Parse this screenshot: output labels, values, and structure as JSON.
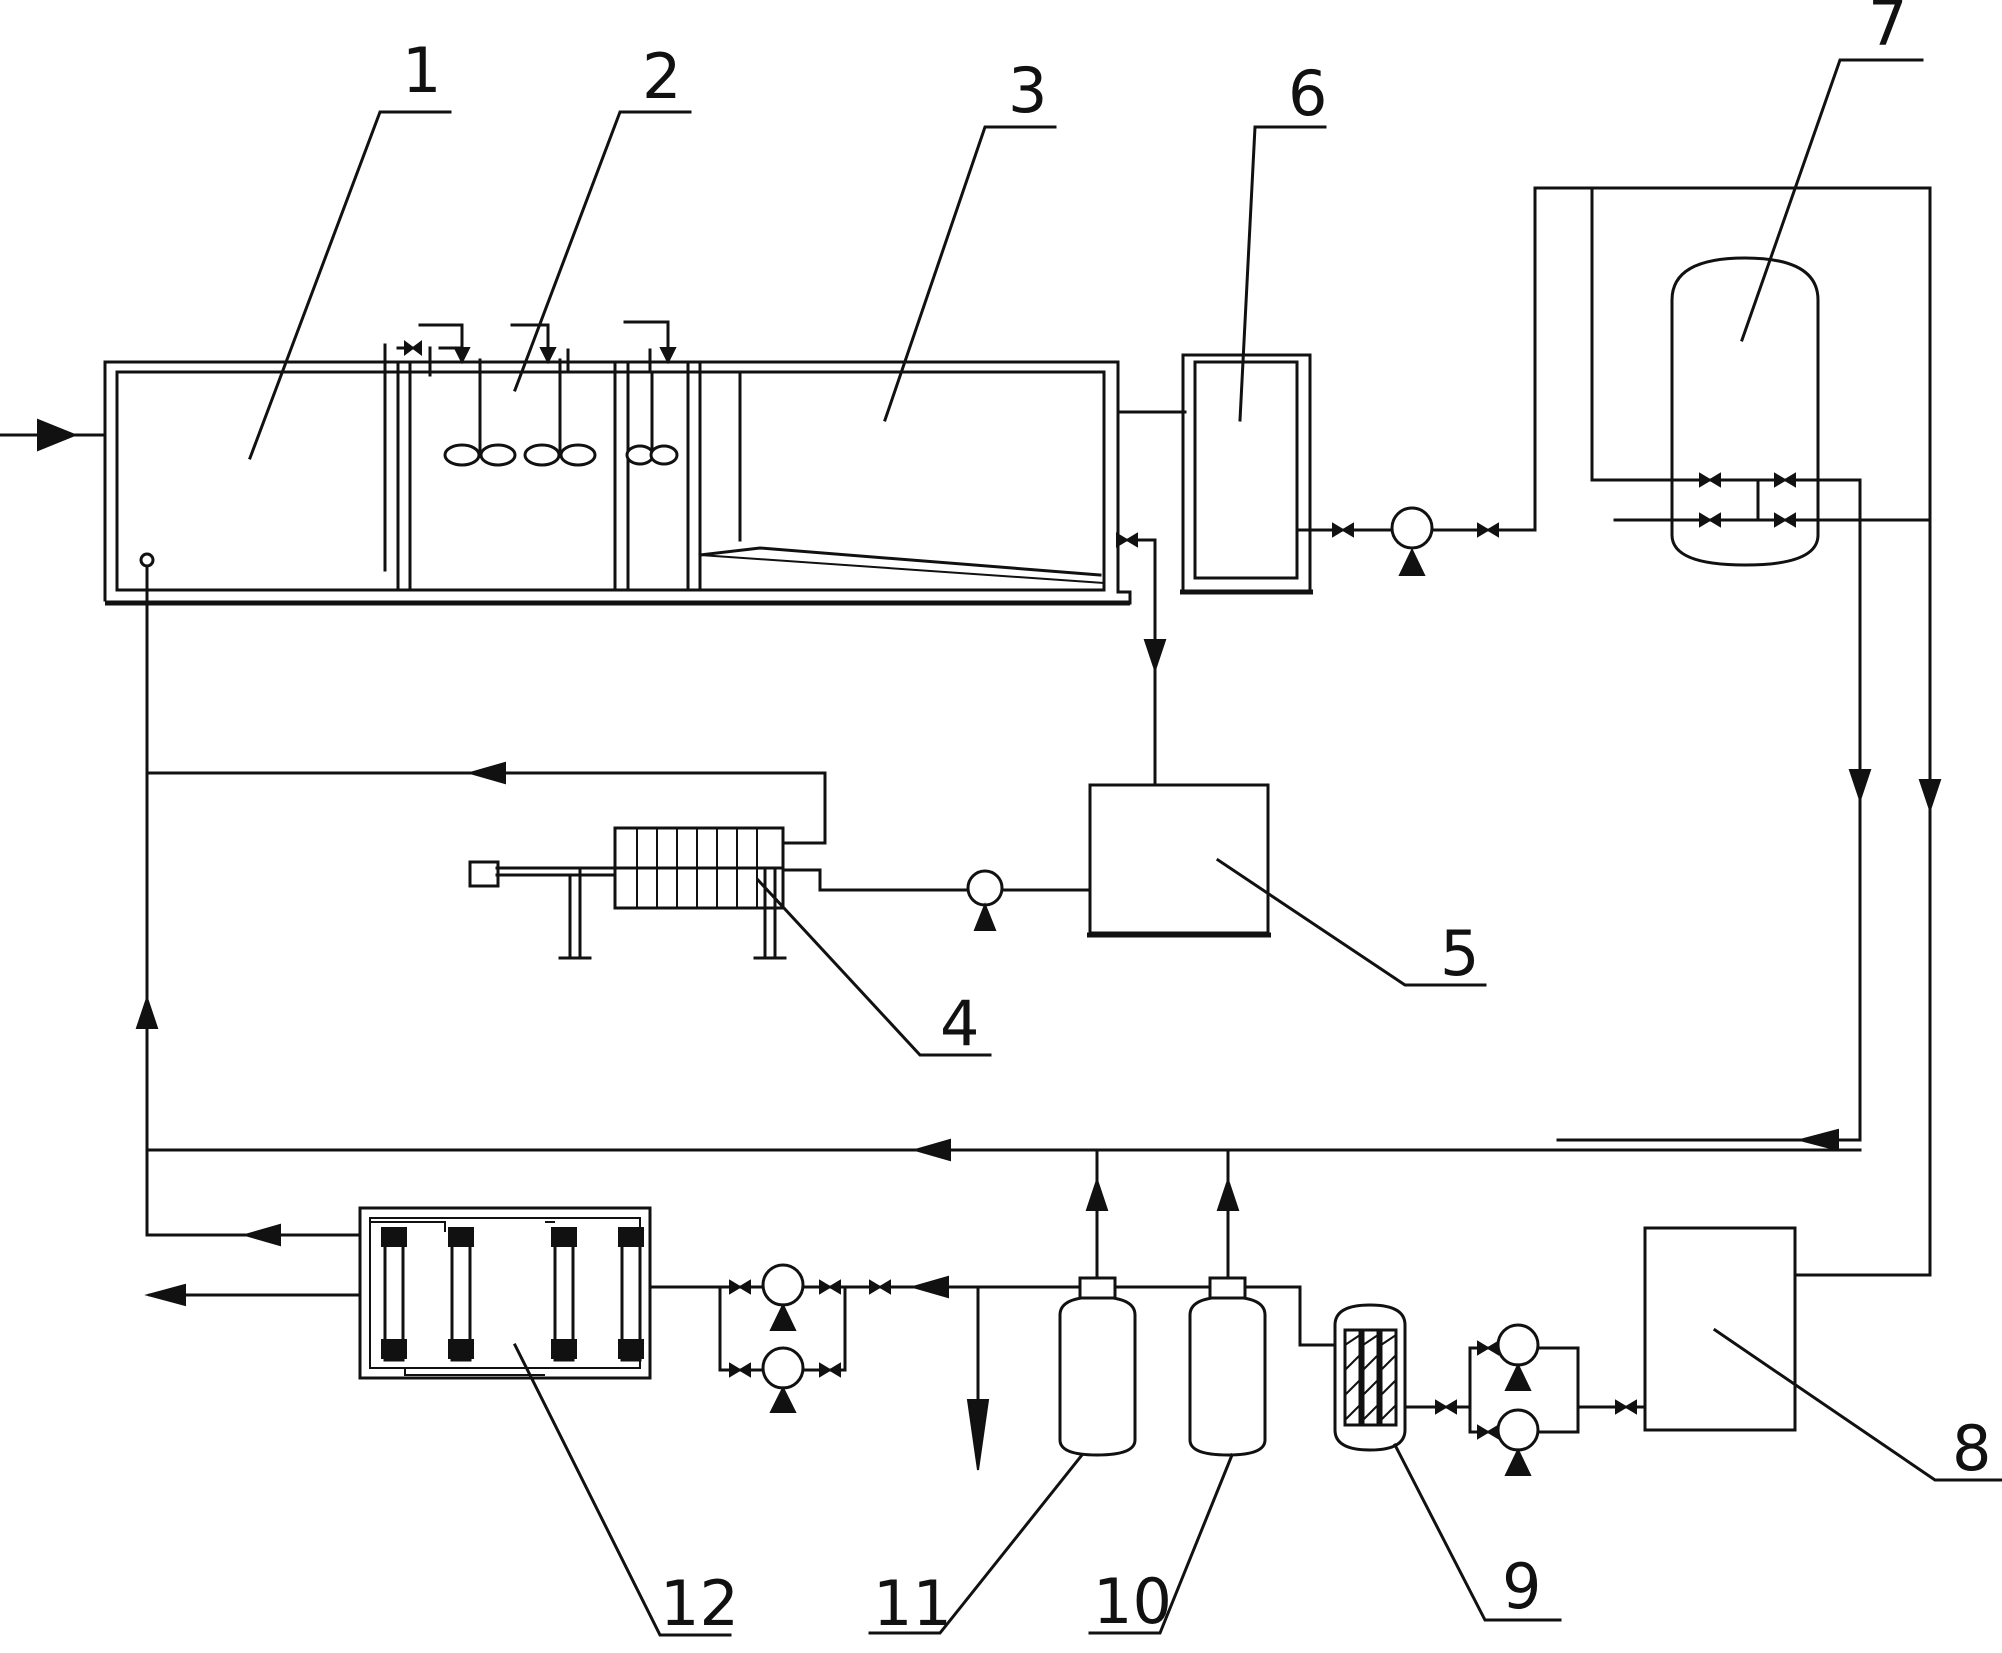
{
  "labels": {
    "l1": "1",
    "l2": "2",
    "l3": "3",
    "l4": "4",
    "l5": "5",
    "l6": "6",
    "l7": "7",
    "l8": "8",
    "l9": "9",
    "l10": "10",
    "l11": "11",
    "l12": "12"
  },
  "colors": {
    "line": "#111111",
    "background": "#ffffff"
  }
}
